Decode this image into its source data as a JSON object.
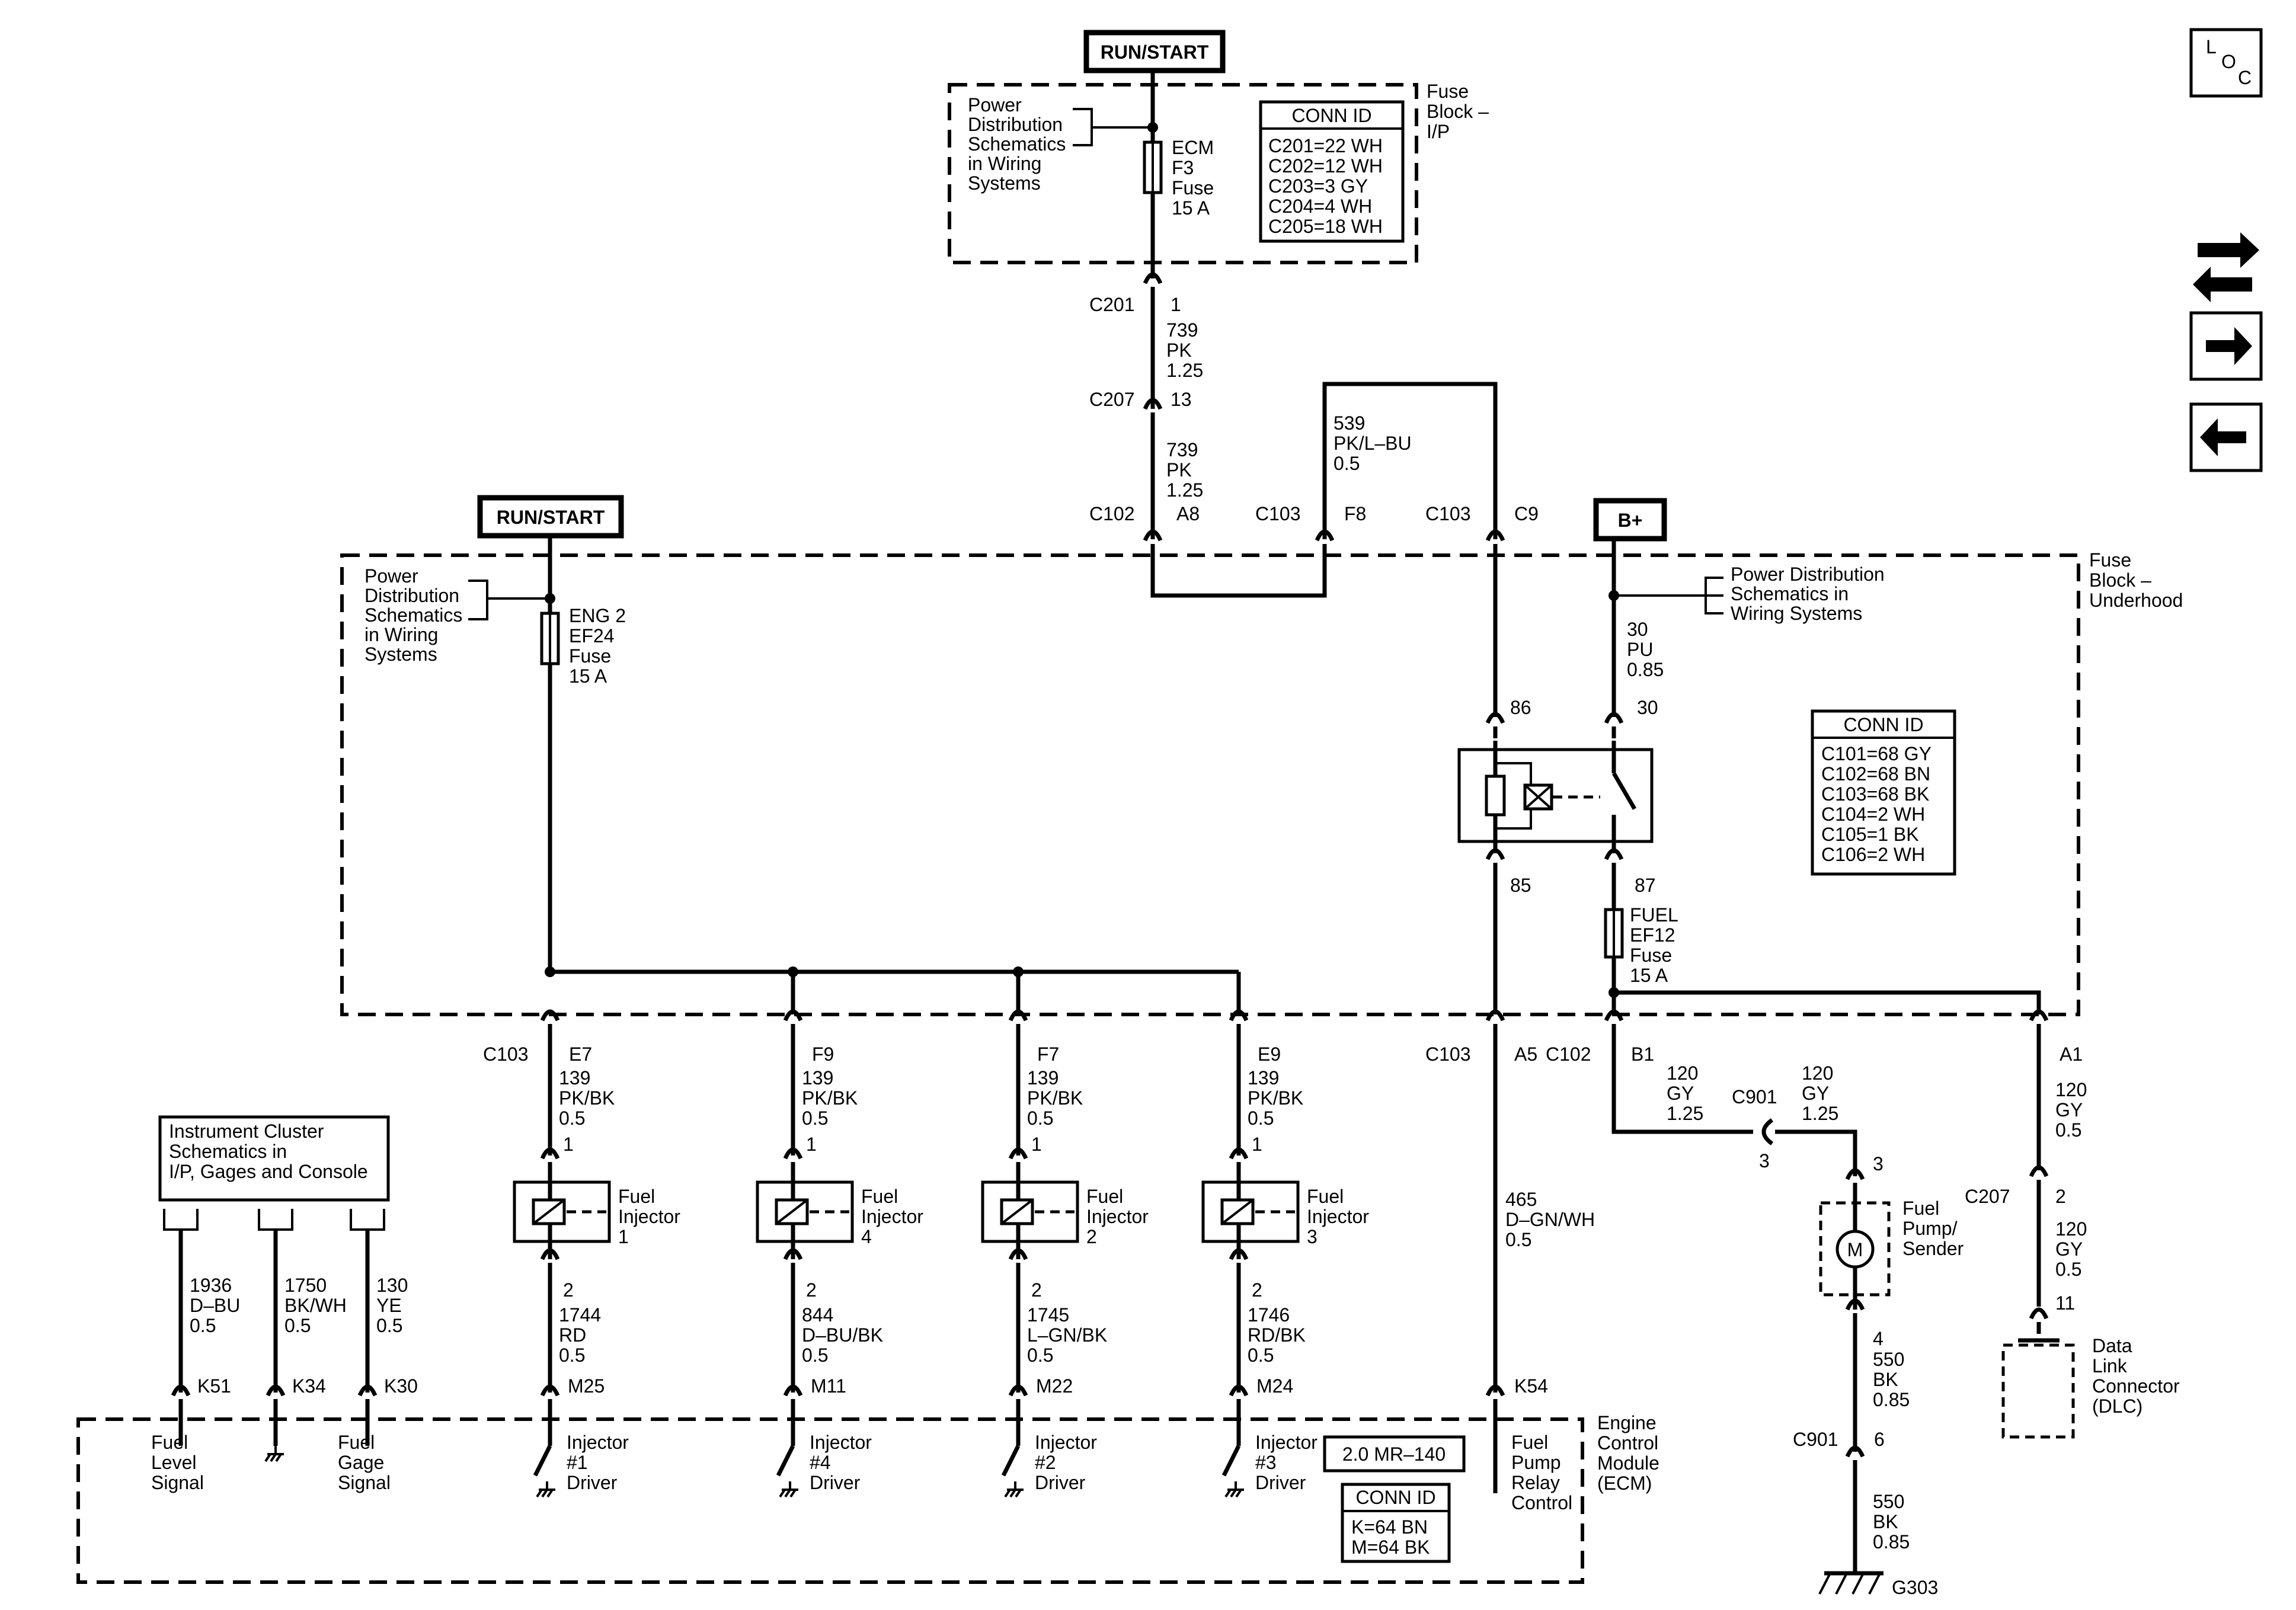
{
  "power_labels": {
    "run_start_1": "RUN/START",
    "run_start_2": "RUN/START",
    "b_plus": "B+"
  },
  "nav": {
    "loc_l": "L",
    "loc_o": "O",
    "loc_c": "C"
  },
  "fuse_block_ip": {
    "name": [
      "Fuse",
      "Block –",
      "I/P"
    ],
    "power_dist": [
      "Power",
      "Distribution",
      "Schematics",
      "in Wiring",
      "Systems"
    ],
    "fuse": [
      "ECM",
      "F3",
      "Fuse",
      "15 A"
    ],
    "conn_title": "CONN ID",
    "conn": [
      "C201=22 WH",
      "C202=12 WH",
      "C203=3 GY",
      "C204=4 WH",
      "C205=18 WH"
    ]
  },
  "top_wire": {
    "c201": "C201",
    "c201_pin": "1",
    "seg1": [
      "739",
      "PK",
      "1.25"
    ],
    "c207": "C207",
    "c207_pin": "13",
    "seg2": [
      "739",
      "PK",
      "1.25"
    ]
  },
  "loop_wire": [
    "539",
    "PK/L–BU",
    "0.5"
  ],
  "underhood_conn": {
    "c102_a": "C102",
    "a8": "A8",
    "c103_a": "C103",
    "f8": "F8",
    "c103_b": "C103",
    "c9": "C9"
  },
  "fuse_block_uh": {
    "name": [
      "Fuse",
      "Block –",
      "Underhood"
    ],
    "power_dist_l": [
      "Power",
      "Distribution",
      "Schematics",
      "in Wiring",
      "Systems"
    ],
    "fuse_eng": [
      "ENG 2",
      "EF24",
      "Fuse",
      "15 A"
    ],
    "power_dist_r": [
      "Power Distribution",
      "Schematics in",
      "Wiring Systems"
    ],
    "wire30": [
      "30",
      "PU",
      "0.85"
    ],
    "relay_pins": {
      "p86": "86",
      "p30": "30",
      "p85": "85",
      "p87": "87"
    },
    "fuse_fuel": [
      "FUEL",
      "EF12",
      "Fuse",
      "15 A"
    ],
    "conn_title": "CONN ID",
    "conn": [
      "C101=68 GY",
      "C102=68 BN",
      "C103=68 BK",
      "C104=2 WH",
      "C105=1 BK",
      "C106=2 WH"
    ]
  },
  "injectors": [
    {
      "conn": "C103",
      "pin": "E7",
      "wire_in": [
        "139",
        "PK/BK",
        "0.5"
      ],
      "pin1": "1",
      "label": [
        "Fuel",
        "Injector",
        "1"
      ],
      "pin2": "2",
      "wire_out": [
        "1744",
        "RD",
        "0.5"
      ],
      "ecm_pin": "M25",
      "driver": [
        "Injector",
        "#1",
        "Driver"
      ]
    },
    {
      "conn": "",
      "pin": "F9",
      "wire_in": [
        "139",
        "PK/BK",
        "0.5"
      ],
      "pin1": "1",
      "label": [
        "Fuel",
        "Injector",
        "4"
      ],
      "pin2": "2",
      "wire_out": [
        "844",
        "D–BU/BK",
        "0.5"
      ],
      "ecm_pin": "M11",
      "driver": [
        "Injector",
        "#4",
        "Driver"
      ]
    },
    {
      "conn": "",
      "pin": "F7",
      "wire_in": [
        "139",
        "PK/BK",
        "0.5"
      ],
      "pin1": "1",
      "label": [
        "Fuel",
        "Injector",
        "2"
      ],
      "pin2": "2",
      "wire_out": [
        "1745",
        "L–GN/BK",
        "0.5"
      ],
      "ecm_pin": "M22",
      "driver": [
        "Injector",
        "#2",
        "Driver"
      ]
    },
    {
      "conn": "",
      "pin": "E9",
      "wire_in": [
        "139",
        "PK/BK",
        "0.5"
      ],
      "pin1": "1",
      "label": [
        "Fuel",
        "Injector",
        "3"
      ],
      "pin2": "2",
      "wire_out": [
        "1746",
        "RD/BK",
        "0.5"
      ],
      "ecm_pin": "M24",
      "driver": [
        "Injector",
        "#3",
        "Driver"
      ]
    }
  ],
  "relay_ctrl": {
    "conn": "C103",
    "pin": "A5",
    "wire": [
      "465",
      "D–GN/WH",
      "0.5"
    ],
    "ecm_pin": "K54",
    "label": [
      "Fuel",
      "Pump",
      "Relay",
      "Control"
    ]
  },
  "pump_branch": {
    "conn": "C102",
    "pin": "B1",
    "wire_a": [
      "120",
      "GY",
      "1.25"
    ],
    "c901": "C901",
    "c901_pin": "3",
    "wire_b": [
      "120",
      "GY",
      "1.25"
    ],
    "pump_pin_top": "3",
    "pump_label": [
      "Fuel",
      "Pump/",
      "Sender"
    ],
    "motor": "M",
    "pump_pin_bot": "4",
    "gnd_wire1": [
      "550",
      "BK",
      "0.85"
    ],
    "c901_b": "C901",
    "c901_b_pin": "6",
    "gnd_wire2": [
      "550",
      "BK",
      "0.85"
    ],
    "ground": "G303"
  },
  "dlc_branch": {
    "pin": "A1",
    "wire_a": [
      "120",
      "GY",
      "0.5"
    ],
    "c207": "C207",
    "c207_pin": "2",
    "wire_b": [
      "120",
      "GY",
      "0.5"
    ],
    "dlc_pin": "11",
    "dlc_label": [
      "Data",
      "Link",
      "Connector",
      "(DLC)"
    ]
  },
  "instrument_cluster": {
    "box": [
      "Instrument Cluster",
      "Schematics in",
      "I/P, Gages and Console"
    ],
    "wires": [
      {
        "wire": [
          "1936",
          "D–BU",
          "0.5"
        ],
        "pin": "K51",
        "label": [
          "Fuel",
          "Level",
          "Signal"
        ]
      },
      {
        "wire": [
          "1750",
          "BK/WH",
          "0.5"
        ],
        "pin": "K34",
        "label": []
      },
      {
        "wire": [
          "130",
          "YE",
          "0.5"
        ],
        "pin": "K30",
        "label": [
          "Fuel",
          "Gage",
          "Signal"
        ]
      }
    ]
  },
  "ecm": {
    "name": [
      "Engine",
      "Control",
      "Module",
      "(ECM)"
    ],
    "engine": "2.0 MR–140",
    "conn_title": "CONN ID",
    "conn": [
      "K=64 BN",
      "M=64 BK"
    ]
  }
}
